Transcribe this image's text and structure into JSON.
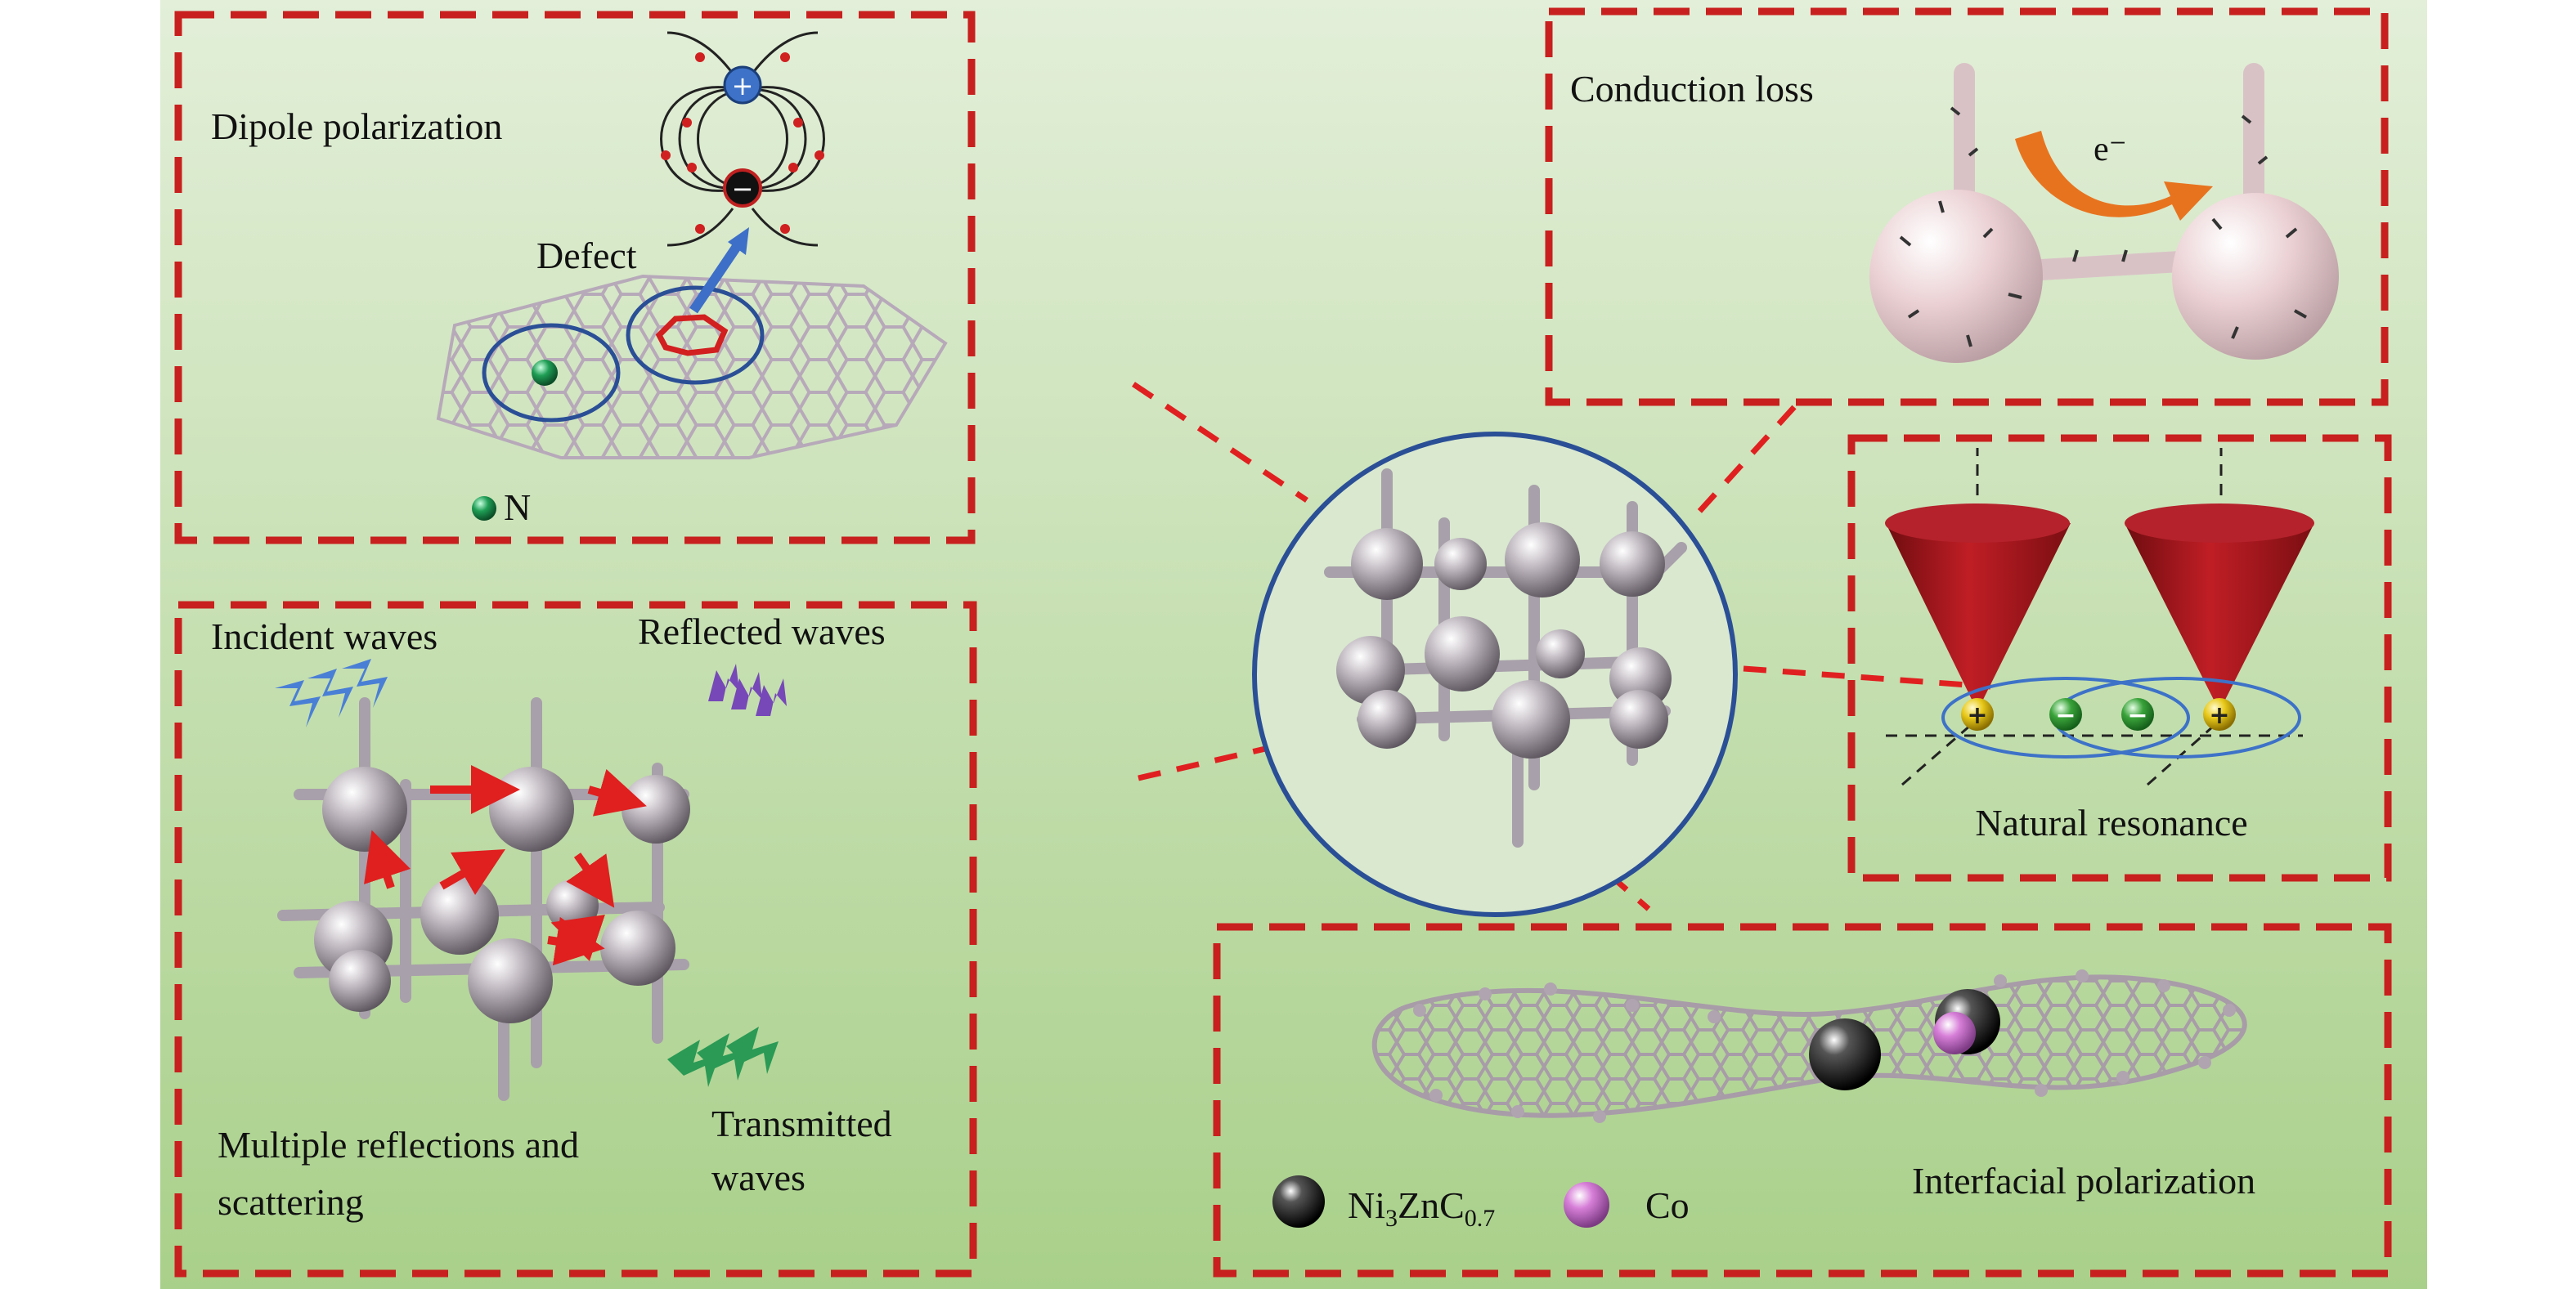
{
  "panels": {
    "dipole": {
      "title": "Dipole polarization",
      "defect_label": "Defect",
      "legend_label": "N"
    },
    "conduction": {
      "title": "Conduction loss",
      "electron_label": "e⁻"
    },
    "resonance": {
      "title": "Natural resonance"
    },
    "waves": {
      "incident": "Incident waves",
      "reflected": "Reflected waves",
      "transmitted_line1": "Transmitted",
      "transmitted_line2": "waves",
      "multiple_line1": "Multiple reflections and",
      "multiple_line2": "scattering"
    },
    "interfacial": {
      "title": "Interfacial polarization",
      "legend_ni": "Ni₃ZnC₀.₇",
      "legend_co": "Co"
    }
  },
  "colors": {
    "background_top": "#e3efd9",
    "background_bottom": "#a9d08a",
    "dash_red": "#c8201e",
    "circle_blue": "#2b4f96",
    "cone_red": "#a3141b",
    "plus_yellow": "#e8c91a",
    "minus_green": "#3aa33a",
    "arrow_orange": "#e8731f",
    "co_pink": "#d77fd8",
    "n_green": "#1f9e55",
    "incident_blue": "#4a7fd6",
    "reflected_purple": "#7648b8",
    "transmitted_green": "#2a9a55"
  }
}
